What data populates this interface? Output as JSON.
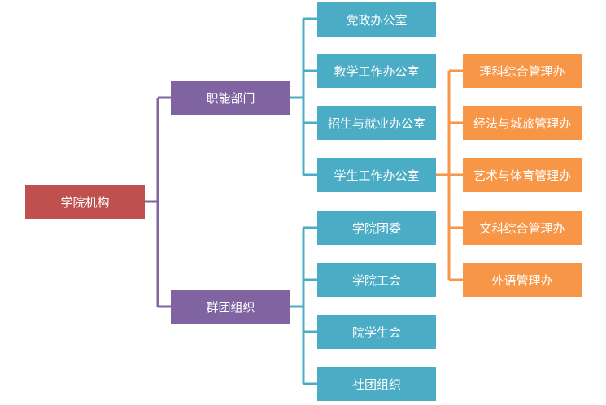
{
  "root": {
    "label": "学院机构",
    "color": "#c0504d"
  },
  "branches": [
    {
      "label": "职能部门",
      "color": "#8064a2",
      "children": [
        "党政办公室",
        "教学工作办公室",
        "招生与就业办公室",
        "学生工作办公室"
      ]
    },
    {
      "label": "群团组织",
      "color": "#8064a2",
      "children": [
        "学院团委",
        "学院工会",
        "院学生会",
        "社团组织"
      ]
    }
  ],
  "sub_branch": {
    "parent": "学生工作办公室",
    "color": "#f79646",
    "children": [
      "理科综合管理办",
      "经法与城旅管理办",
      "艺术与体育管理办",
      "文科综合管理办",
      "外语管理办"
    ]
  },
  "colors": {
    "connector_purple": "#8064a2",
    "connector_teal": "#4bacc6",
    "connector_orange": "#f79646",
    "leaf": "#4bacc6"
  }
}
